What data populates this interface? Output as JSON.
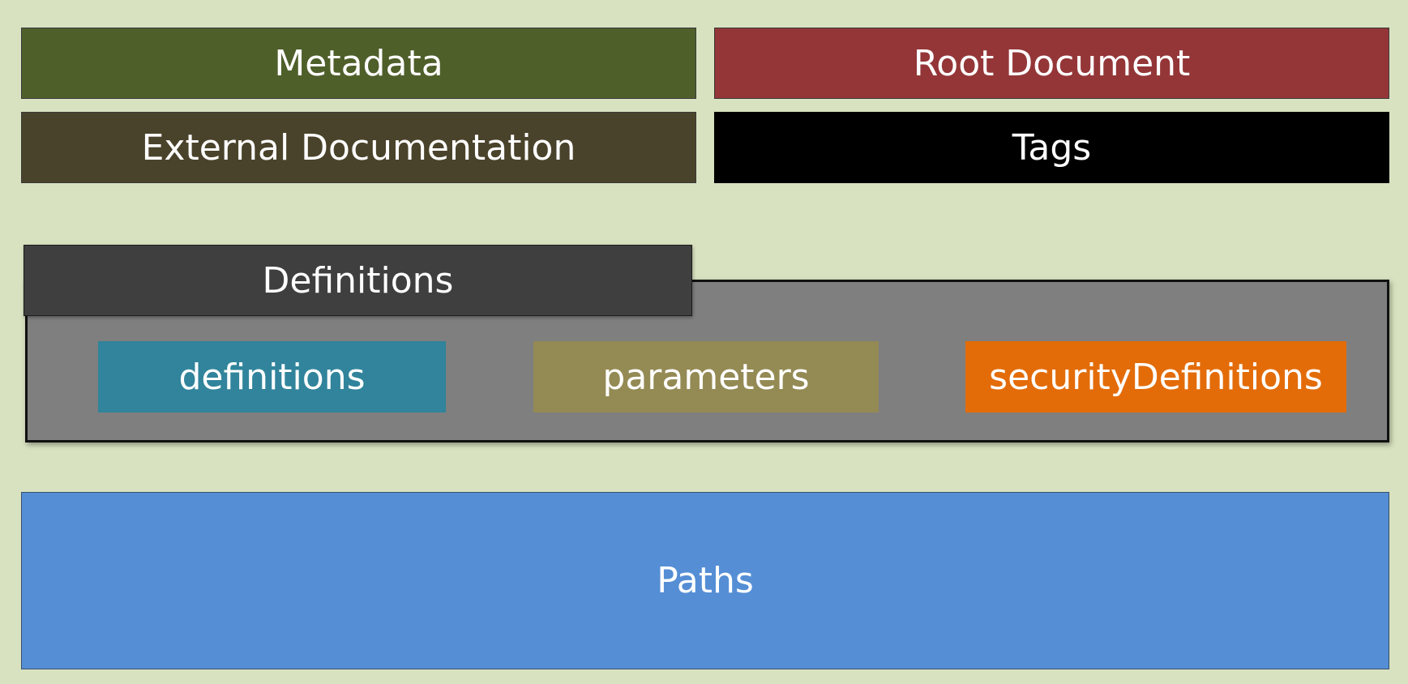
{
  "top_row": {
    "metadata": "Metadata",
    "root_document": "Root Document"
  },
  "second_row": {
    "external_documentation": "External Documentation",
    "tags": "Tags"
  },
  "definitions_group": {
    "title": "Definitions",
    "items": [
      "definitions",
      "parameters",
      "securityDefinitions"
    ]
  },
  "paths": "Paths",
  "colors": {
    "background": "#d8e2c0",
    "metadata": "#4f5f2a",
    "root_document": "#943638",
    "external_documentation": "#4a432b",
    "tags": "#000000",
    "definitions_tab": "#3f3f3f",
    "definitions_panel": "#7f7f7f",
    "definitions_item": "#31849b",
    "parameters_item": "#948a54",
    "security_definitions_item": "#e36c09",
    "paths": "#558ed5"
  }
}
